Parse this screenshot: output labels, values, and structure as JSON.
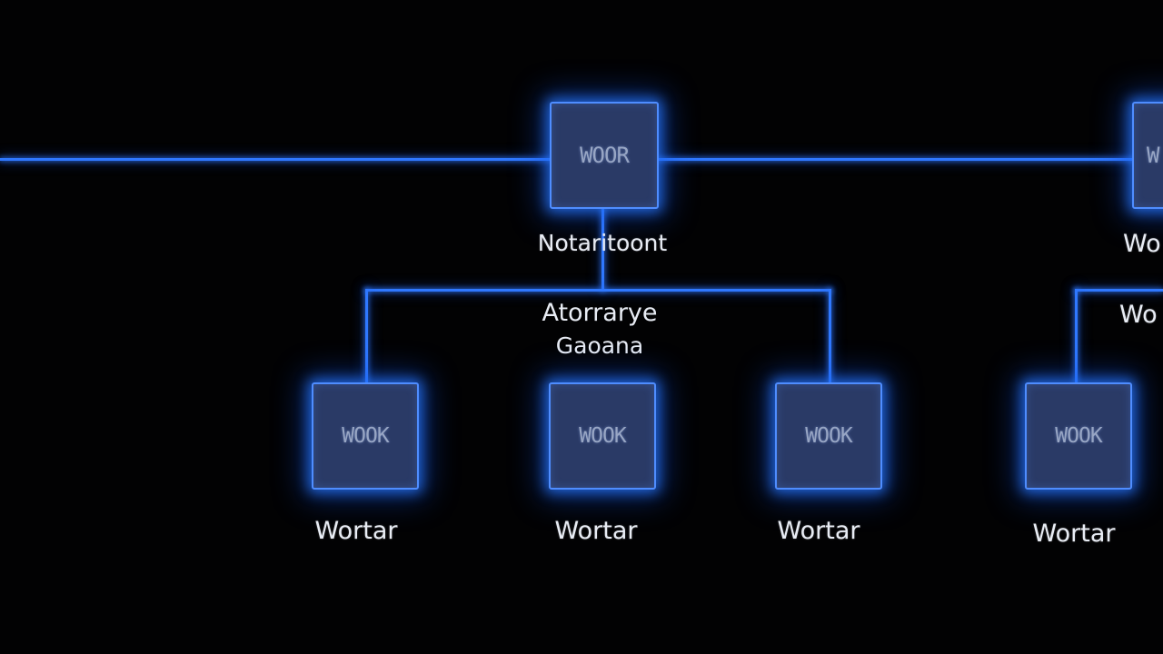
{
  "diagram": {
    "top_node": {
      "tag": "WOOR",
      "label": "Notaritoont"
    },
    "branch_label": {
      "line1": "Atorrarye",
      "line2": "Gaoana"
    },
    "workers": [
      {
        "tag": "WOOK",
        "label": "Wortar"
      },
      {
        "tag": "WOOK",
        "label": "Wortar"
      },
      {
        "tag": "WOOK",
        "label": "Wortar"
      },
      {
        "tag": "WOOK",
        "label": "Wortar"
      }
    ],
    "right_partial": {
      "tag": "W",
      "label_top": "Wo",
      "label_mid": "Wo"
    }
  },
  "colors": {
    "background": "#020203",
    "line": "#2f78ff",
    "node_fill": "#2a3a66",
    "node_border": "#4f8dff",
    "node_text": "#98a6c4",
    "label_text": "#e8ecf4"
  }
}
